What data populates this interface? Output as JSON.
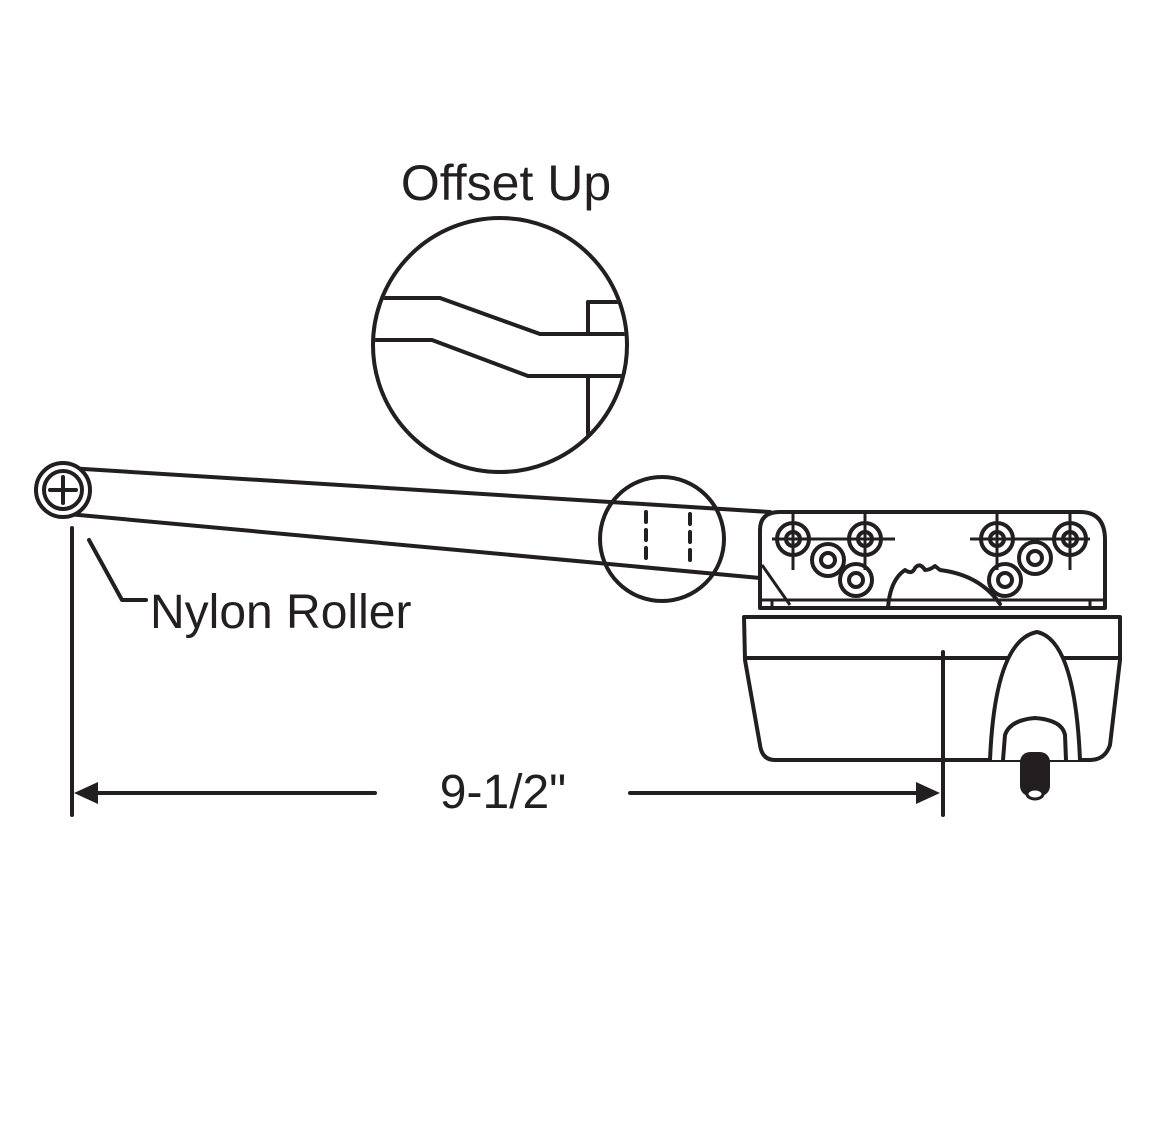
{
  "diagram": {
    "title": "Offset Up",
    "callouts": {
      "roller": "Nylon Roller",
      "dimension": "9-1/2\""
    },
    "parts": [
      {
        "id": "nylon-roller",
        "label": "Nylon Roller"
      },
      {
        "id": "arm",
        "label": ""
      },
      {
        "id": "offset-detail",
        "label": "Offset Up"
      },
      {
        "id": "operator-base",
        "label": ""
      },
      {
        "id": "operator-housing",
        "label": ""
      },
      {
        "id": "spline-shaft",
        "label": ""
      }
    ],
    "dimension": {
      "value": "9-1/2\"",
      "from": "roller-center",
      "to": "housing-reference"
    },
    "colors": {
      "line": "#231f20",
      "background": "#ffffff"
    }
  }
}
